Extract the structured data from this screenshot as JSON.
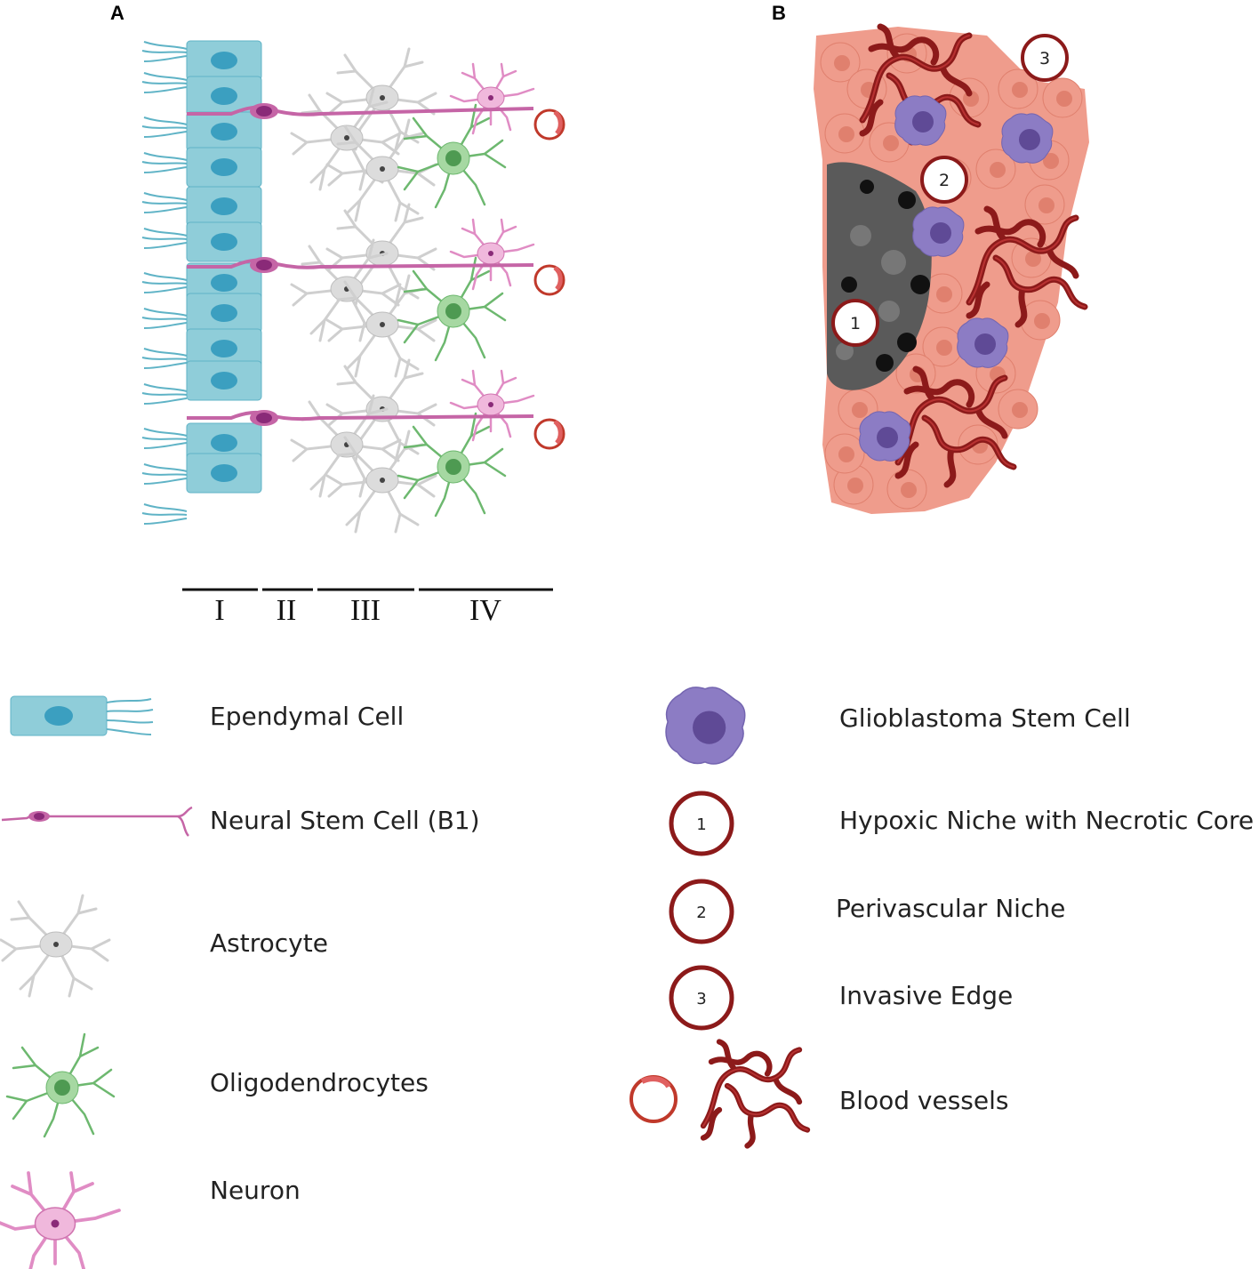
{
  "panel_a": {
    "letter": "A",
    "layers": [
      "I",
      "II",
      "III",
      "IV"
    ]
  },
  "panel_b": {
    "letter": "B",
    "niche_markers": [
      "1",
      "2",
      "3"
    ]
  },
  "legend": {
    "left": [
      {
        "label": "Ependymal Cell",
        "icon": "ependymal-cell-icon"
      },
      {
        "label": "Neural Stem Cell (B1)",
        "icon": "neural-stem-cell-icon"
      },
      {
        "label": "Astrocyte",
        "icon": "astrocyte-icon"
      },
      {
        "label": "Oligodendrocytes",
        "icon": "oligodendrocyte-icon"
      },
      {
        "label": "Neuron",
        "icon": "neuron-icon"
      }
    ],
    "right": [
      {
        "label": "Glioblastoma Stem Cell",
        "icon": "glioblastoma-stem-cell-icon"
      },
      {
        "label": "Hypoxic Niche with Necrotic Core",
        "number": "1"
      },
      {
        "label": "Perivascular Niche",
        "number": "2"
      },
      {
        "label": "Invasive Edge",
        "number": "3"
      },
      {
        "label": "Blood vessels",
        "icon": "blood-vessel-icon"
      }
    ]
  },
  "colors": {
    "ependymal": "#8fcdd9",
    "ependymal_nucleus": "#3b9fc0",
    "neural_stem": "#c565a6",
    "neural_stem_nucleus": "#8a2a78",
    "astrocyte": "#d3d3d3",
    "oligodendrocyte": "#6db86f",
    "neuron": "#e08cc4",
    "tumor": "#ef9c8c",
    "necrotic": "#5a5a5a",
    "gsc": "#8c7cc4",
    "vessel": "#8c1a1a"
  }
}
